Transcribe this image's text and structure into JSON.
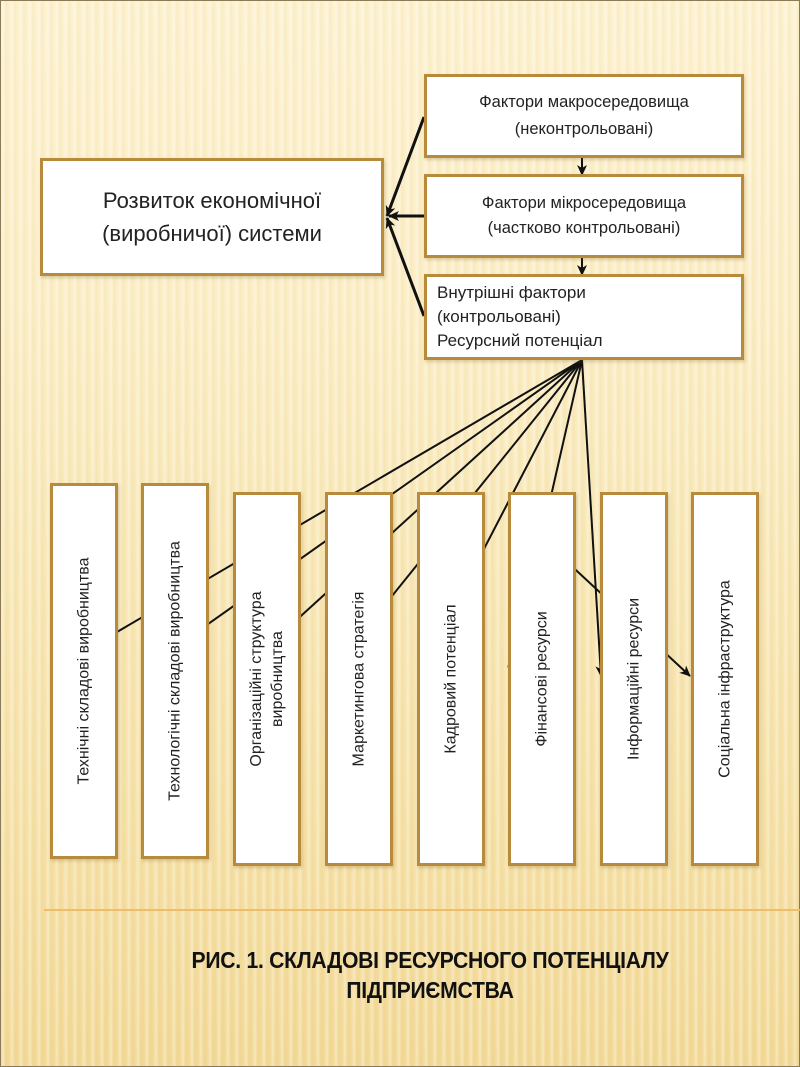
{
  "diagram": {
    "central": {
      "line1": "Розвиток економічної",
      "line2": "(виробничої) системи"
    },
    "factors": [
      {
        "line1": "Фактори макросередовища",
        "line2": "(неконтрольовані)"
      },
      {
        "line1": "Фактори мікросередовища",
        "line2": "(частково контрольовані)"
      },
      {
        "line1": "Внутрішні фактори",
        "line2": "(контрольовані)",
        "line3": "Ресурсний потенціал"
      }
    ],
    "components": [
      {
        "label": "Технічні складові виробництва"
      },
      {
        "label": "Технологічні складові виробництва"
      },
      {
        "label": "Організаційні структура",
        "label2": "виробництва"
      },
      {
        "label": "Маркетингова стратегія"
      },
      {
        "label": "Кадровий потенціал"
      },
      {
        "label": "Фінансові ресурси"
      },
      {
        "label": "Інформаційні ресурси"
      },
      {
        "label": "Соціальна інфраструктура"
      }
    ]
  },
  "caption": {
    "line1": "РИС. 1.  СКЛАДОВІ РЕСУРСНОГО ПОТЕНЦІАЛУ",
    "line2": "ПІДПРИЄМСТВА"
  },
  "colors": {
    "box_border": "#b88a3c",
    "arrow": "#111111",
    "rule": "#f0b860"
  }
}
